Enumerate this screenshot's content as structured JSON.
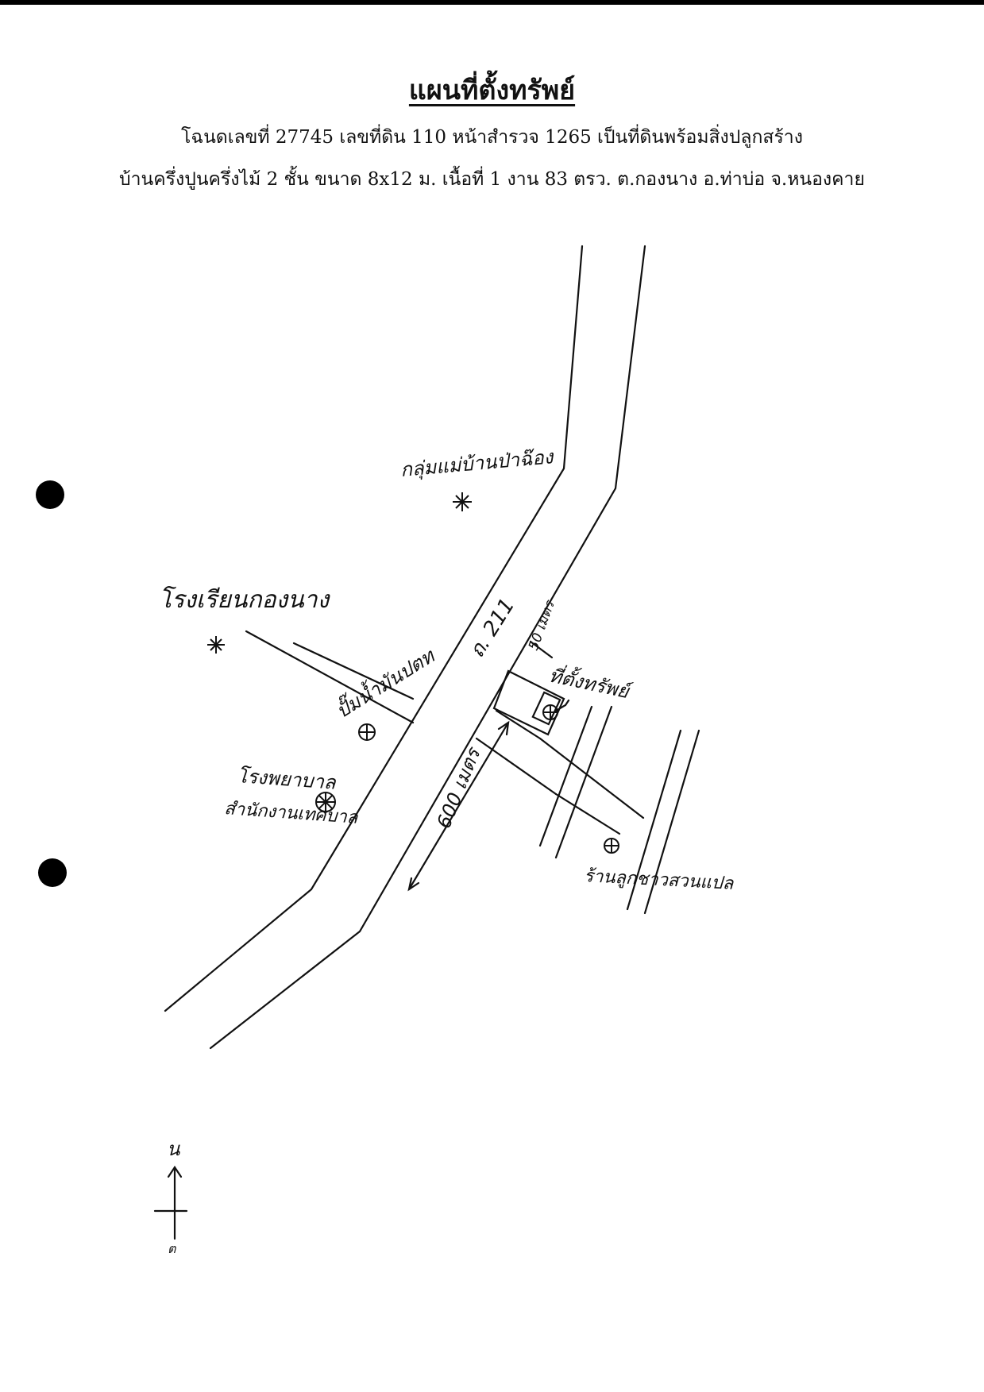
{
  "header": {
    "title": "แผนที่ตั้งทรัพย์",
    "line1": "โฉนดเลขที่ 27745 เลขที่ดิน 110 หน้าสำรวจ 1265 เป็นที่ดินพร้อมสิ่งปลูกสร้าง",
    "line2": "บ้านครึ่งปูนครึ่งไม้ 2 ชั้น ขนาด 8x12 ม. เนื้อที่  1 งาน 83 ตรว.  ต.กองนาง อ.ท่าบ่อ จ.หนองคาย"
  },
  "map_labels": {
    "group": "กลุ่มแม่บ้านป่าฉ๊อง",
    "school": "โรงเรียนกองนาง",
    "road": "ถ. 211",
    "dist_50": "50 เมตร",
    "property": "ที่ตั้งทรัพย์",
    "gas_station": "ปั๊มน้ำมันปตท",
    "hospital": "โรงพยาบาล",
    "subdistrict_office": "สำนักงานเทศบาล",
    "dist_600": "600 เมตร",
    "shop": "ร้านลูกชาวสวนแปล",
    "compass_north": "น",
    "compass_south": "ต"
  }
}
